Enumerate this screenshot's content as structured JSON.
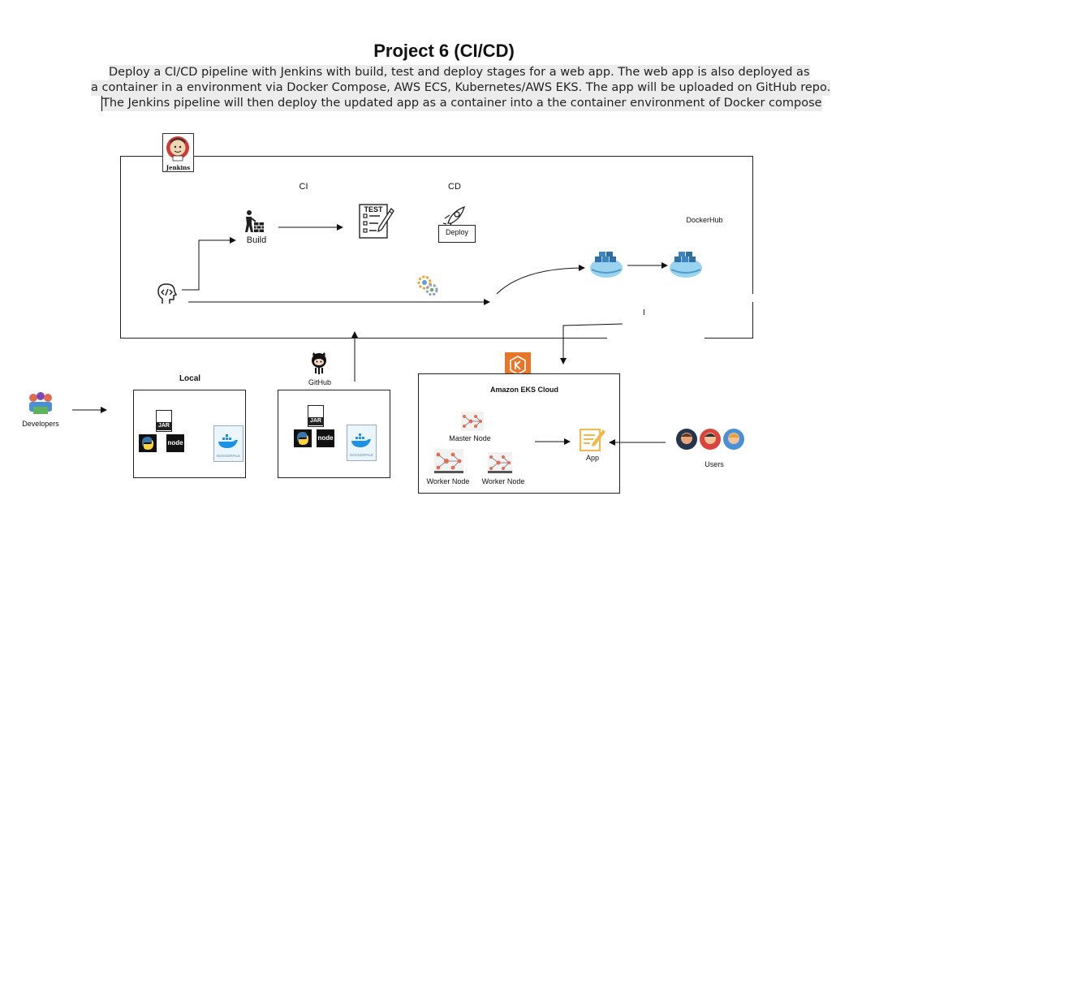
{
  "header": {
    "title": "Project 6 (CI/CD)",
    "description": [
      "Deploy a CI/CD pipeline with Jenkins with build, test and deploy stages for a web app. The web app is also deployed as",
      "a container in a environment via Docker Compose, AWS ECS, Kubernetes/AWS EKS. The app will be uploaded on GitHub repo.",
      "The Jenkins pipeline will then deploy the updated app as a container into a the container environment of Docker compose"
    ]
  },
  "jenkins": {
    "logo_text": "Jenkins",
    "ci_label": "CI",
    "cd_label": "CD",
    "build_label": "Build",
    "test_label": "TEST",
    "deploy_label": "Deploy",
    "dockerhub_label": "DockerHub",
    "marker": "I"
  },
  "local": {
    "label": "Local",
    "jar_label": "JAR",
    "node_label": "node",
    "dockerfile_label": "DOCKERFILE"
  },
  "github": {
    "label": "GitHub",
    "jar_label": "JAR",
    "node_label": "node",
    "dockerfile_label": "DOCKERFILE"
  },
  "developers": {
    "label": "Developers"
  },
  "eks": {
    "label": "Amazon EKS Cloud",
    "master_label": "Master Node",
    "worker1_label": "Worker Node",
    "worker2_label": "Worker Node",
    "app_label": "App"
  },
  "users": {
    "label": "Users"
  },
  "colors": {
    "jenkins_red": "#d33833",
    "docker_blue": "#1d91e6",
    "eks_orange": "#e7752a",
    "app_yellow": "#f2b84b",
    "python_blue": "#3776ab",
    "python_yellow": "#ffd43b"
  }
}
